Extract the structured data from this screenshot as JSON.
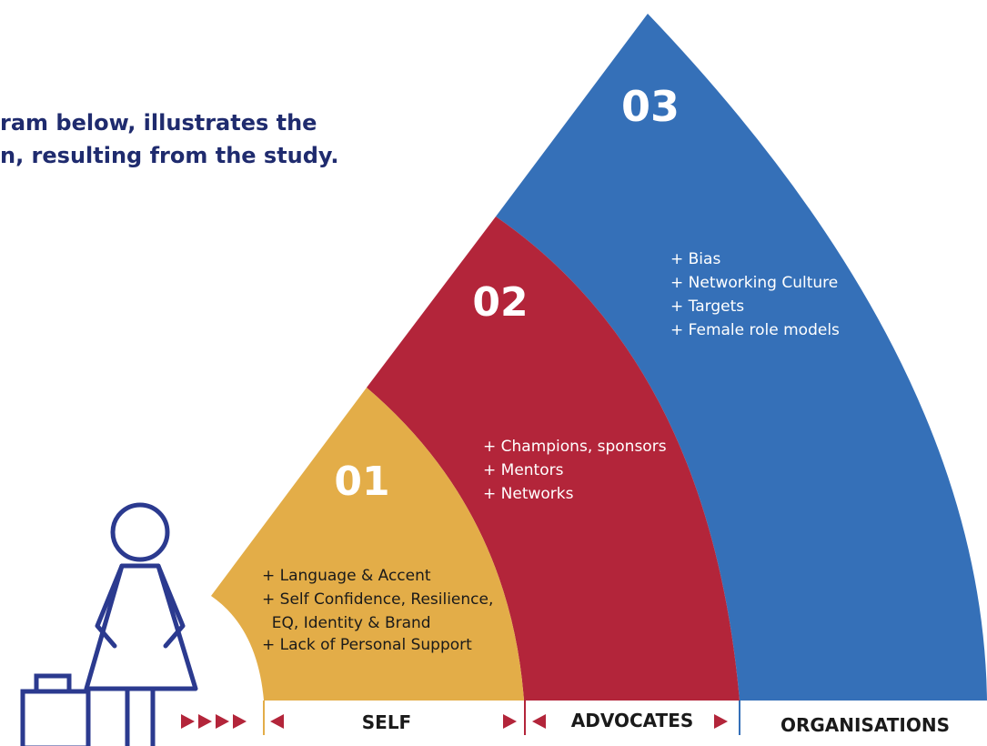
{
  "intro": {
    "line1": "ram below, illustrates the",
    "line2": "n, resulting from the study."
  },
  "segments": [
    {
      "number": "01",
      "color": "#e3ad48",
      "items": [
        "+ Language & Accent",
        "+ Self Confidence, Resilience,",
        "  EQ, Identity & Brand",
        "+ Lack of Personal Support"
      ],
      "label": "SELF"
    },
    {
      "number": "02",
      "color": "#b3253a",
      "items": [
        "+ Champions, sponsors",
        "+ Mentors",
        "+ Networks"
      ],
      "label": "ADVOCATES"
    },
    {
      "number": "03",
      "color": "#3570b8",
      "items": [
        "+ Bias",
        "+ Networking Culture",
        "+ Targets",
        "+ Female role models"
      ],
      "label": "ORGANISATIONS"
    }
  ],
  "colors": {
    "figure_stroke": "#2b3a8f",
    "arrow": "#b3253a",
    "divider": "#e3ad48"
  },
  "icons": [
    "woman-figure-icon",
    "briefcase-icon",
    "arrow-right-icon",
    "arrow-left-icon"
  ]
}
